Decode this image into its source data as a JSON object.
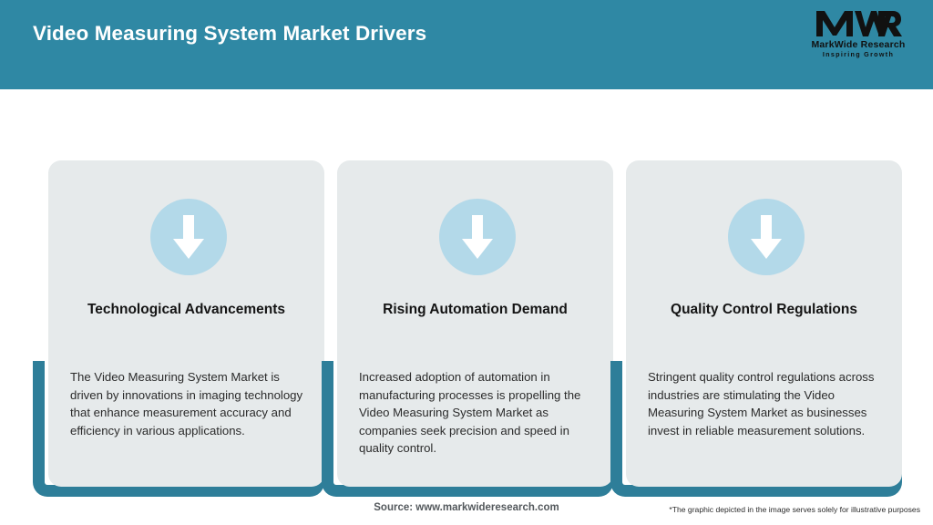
{
  "header": {
    "title": "Video Measuring System Market Drivers",
    "background_color": "#2f88a4",
    "title_color": "#ffffff"
  },
  "logo": {
    "mark_text": "MWR",
    "name": "MarkWide Research",
    "tagline": "Inspiring Growth",
    "icon": "mwr-logo-icon"
  },
  "theme": {
    "accent_color": "#2e7e99",
    "card_background": "#e6eaeb",
    "badge_color": "#b3d9e9",
    "arrow_color": "#ffffff",
    "title_color": "#141414",
    "body_color": "#2b2b2b"
  },
  "cards": [
    {
      "icon": "arrow-down-icon",
      "title": "Technological Advancements",
      "body": "The Video Measuring System Market is driven by innovations in imaging technology that enhance measurement accuracy and efficiency in various applications."
    },
    {
      "icon": "arrow-down-icon",
      "title": "Rising Automation Demand",
      "body": "Increased adoption of automation in manufacturing processes is propelling the Video Measuring System Market as companies seek precision and speed in quality control."
    },
    {
      "icon": "arrow-down-icon",
      "title": "Quality Control Regulations",
      "body": "Stringent quality control regulations across industries are stimulating the Video Measuring System Market as businesses invest in reliable measurement solutions."
    }
  ],
  "footer": {
    "source": "Source: www.markwideresearch.com",
    "disclaimer": "*The graphic depicted in the image serves solely for illustrative purposes"
  }
}
